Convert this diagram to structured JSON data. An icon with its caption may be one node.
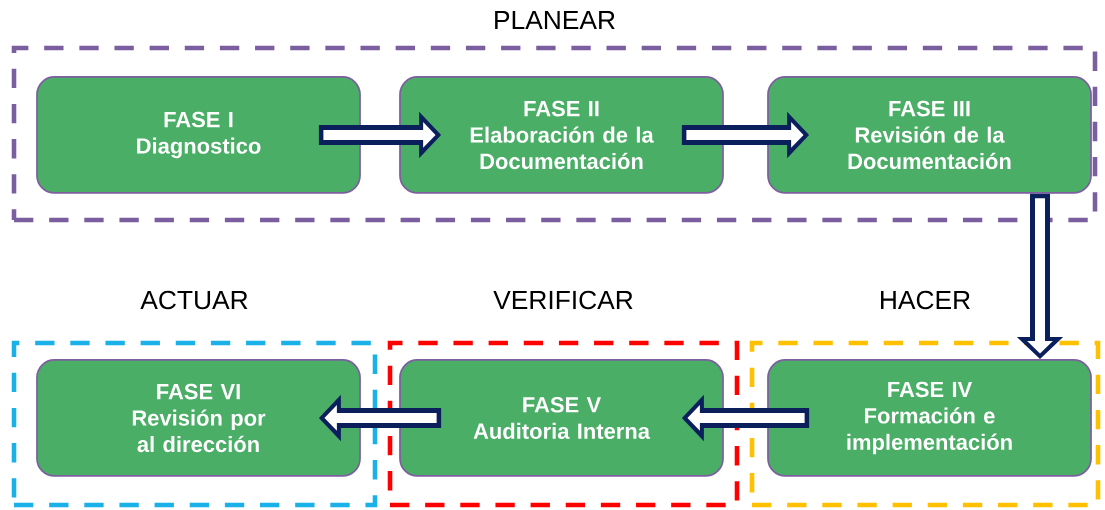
{
  "diagram": {
    "nodes": [
      {
        "text": [
          "PLANEAR"
        ]
      },
      {
        "text": [
          "FASE I",
          "Diagnostico"
        ],
        "in": 0
      },
      {
        "text": [
          "FASE II",
          "Elaboración de la Documentación"
        ],
        "in": 0
      },
      {
        "text": [
          "FASE III",
          "Revisión de la Documentación"
        ],
        "in": 0
      },
      {
        "text": [
          "ACTUAR"
        ]
      },
      {
        "text": [
          "FASE VI",
          "Revisión por al dirección"
        ],
        "in": 4
      },
      {
        "text": [
          "VERIFICAR"
        ]
      },
      {
        "text": [
          "FASE V",
          "Auditoria Interna"
        ],
        "in": 6
      },
      {
        "text": [
          "HACER"
        ]
      },
      {
        "text": [
          "FASE IV",
          "Formación e implementación"
        ],
        "in": 8
      }
    ],
    "edges": [
      {
        "from": 1,
        "to": 2,
        "arrow": "to"
      },
      {
        "from": 2,
        "to": 3,
        "arrow": "to"
      },
      {
        "from": 3,
        "to": 9,
        "arrow": "to"
      },
      {
        "from": 9,
        "to": 7,
        "arrow": "to"
      },
      {
        "from": 7,
        "to": 5,
        "arrow": "to"
      }
    ]
  }
}
